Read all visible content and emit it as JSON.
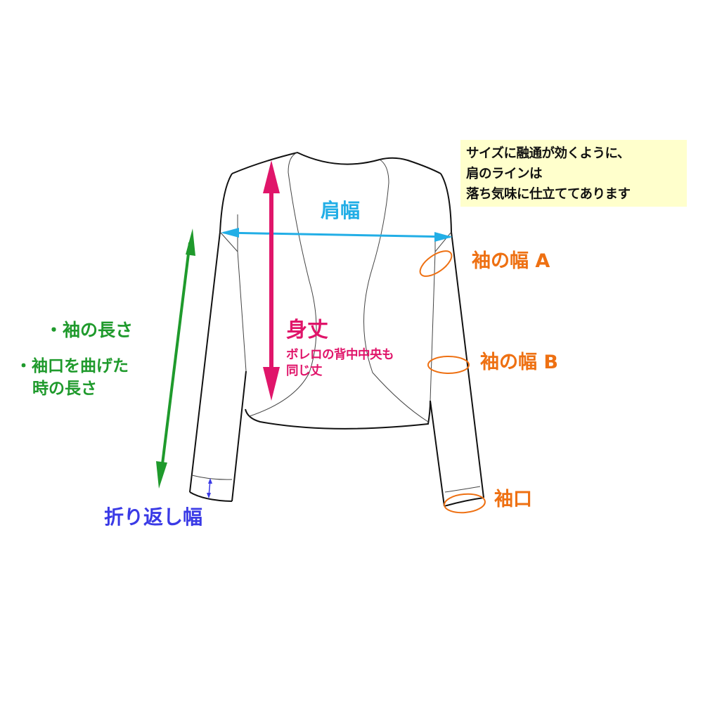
{
  "diagram": {
    "subject": "bolero cardigan measurement guide",
    "note": {
      "lines": [
        "サイズに融通が効くように、",
        "肩のラインは",
        "落ち気味に仕立ててあります"
      ],
      "background": "#ffffcc"
    },
    "labels": {
      "shoulder_width": "肩幅",
      "body_length": "身丈",
      "body_length_note_1": "ボレロの背中中央も",
      "body_length_note_2": "同じ丈",
      "sleeve_width_a": "袖の幅 A",
      "sleeve_width_b": "袖の幅 B",
      "cuff": "袖口",
      "sleeve_length": "・袖の長さ",
      "sleeve_length_folded_1": "・袖口を曲げた",
      "sleeve_length_folded_2": "時の長さ",
      "fold_width": "折り返し幅"
    },
    "colors": {
      "shoulder": "#22aee6",
      "body_length": "#e0156a",
      "sleeve_markers": "#ee7012",
      "sleeve_length": "#1f9a2c",
      "fold_width": "#3a3ae6",
      "outline": "#111111"
    }
  }
}
